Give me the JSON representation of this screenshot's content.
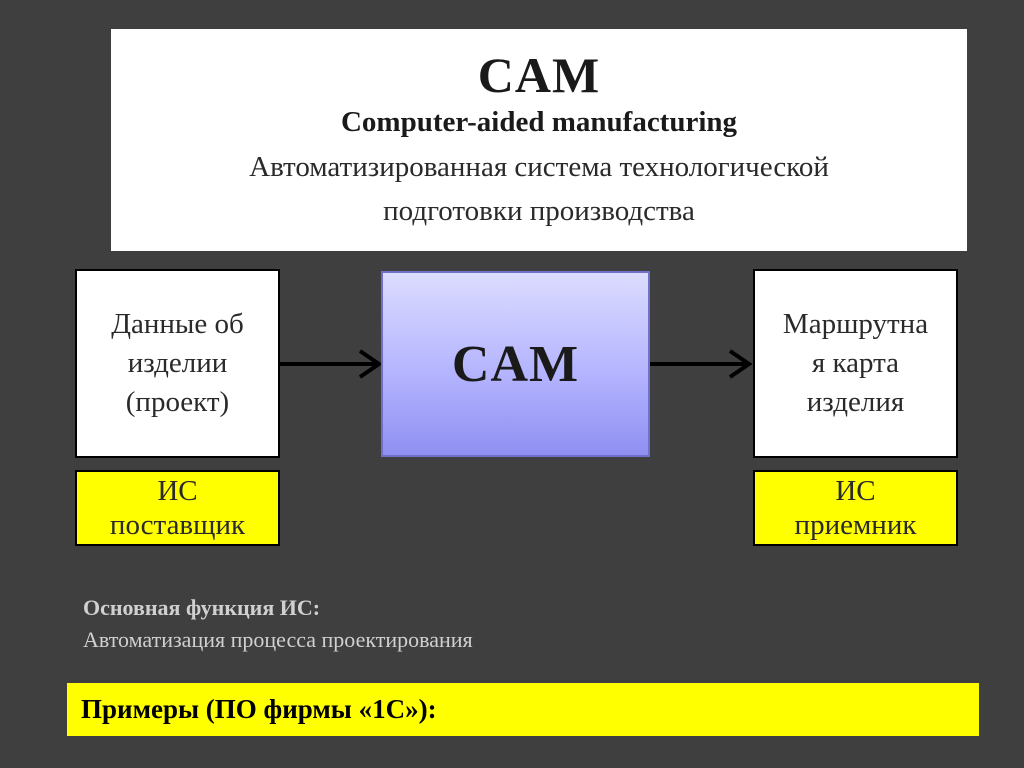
{
  "header": {
    "title": "CAM",
    "subtitle": "Computer-aided manufacturing",
    "description_line1": "Автоматизированная система технологической",
    "description_line2": "подготовки производства"
  },
  "diagram": {
    "input": {
      "line1": "Данные об",
      "line2": "изделии",
      "line3": "(проект)"
    },
    "center": "CAM",
    "output": {
      "line1": "Маршрутна",
      "line2": "я карта",
      "line3": "изделия"
    },
    "supplier": {
      "line1": "ИС",
      "line2": "поставщик"
    },
    "receiver": {
      "line1": "ИС",
      "line2": "приемник"
    }
  },
  "function": {
    "title": "Основная функция ИС:",
    "text": "Автоматизация процесса проектирования"
  },
  "examples": "Примеры (ПО фирмы  «1С»):"
}
